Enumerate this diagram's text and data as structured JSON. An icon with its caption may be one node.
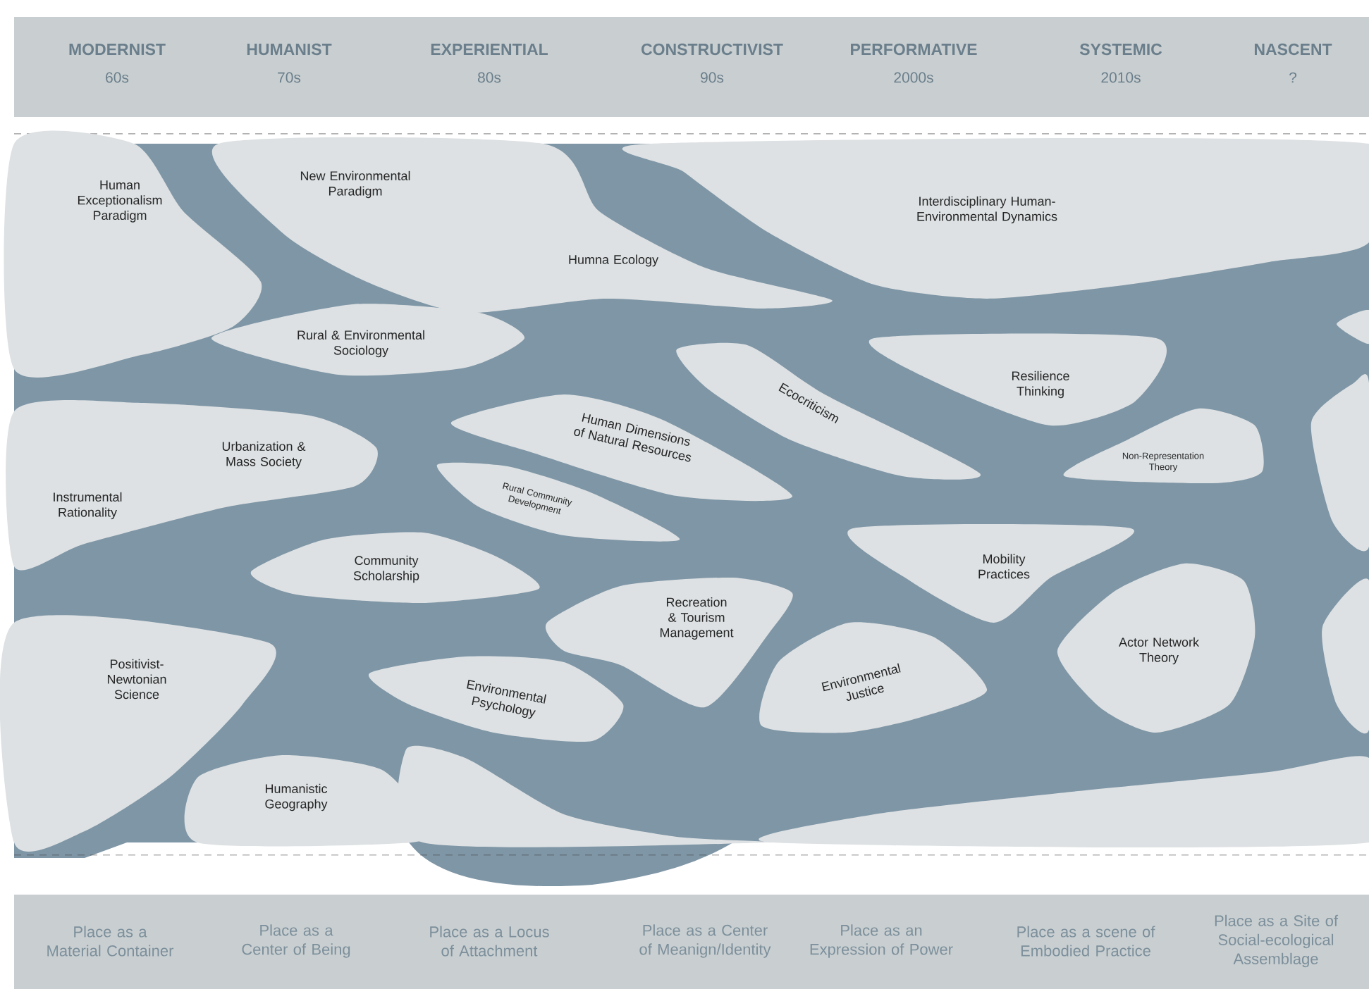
{
  "diagram": {
    "nodes": [
      {
        "text": [
          "Human Exceptionalism Paradigm"
        ]
      },
      {
        "text": [
          "New Environmental Paradigm",
          "Humna Ecology"
        ]
      },
      {
        "text": [
          "Interdisciplinary Human-Environmental Dynamics"
        ]
      },
      {
        "text": [
          "Rural & Environmental Sociology"
        ]
      },
      {
        "text": [
          "Resilience Thinking"
        ]
      },
      {
        "text": [
          "Ecocriticism"
        ]
      },
      {
        "text": [
          "Human Dimensions of Natural Resources"
        ]
      },
      {
        "text": [
          "Urbanization & Mass Society",
          "Instrumental Rationality"
        ]
      },
      {
        "text": [
          "Non-Representation Theory"
        ]
      },
      {
        "text": [
          "Rural Community Development"
        ]
      },
      {
        "text": [
          "Mobility Practices"
        ]
      },
      {
        "text": [
          "Community Scholarship"
        ]
      },
      {
        "text": [
          "Recreation & Tourism Management"
        ]
      },
      {
        "text": [
          "Actor Network Theory"
        ]
      },
      {
        "text": [
          "Positivist-Newtonian Science"
        ]
      },
      {
        "text": [
          "Environmental Justice"
        ]
      },
      {
        "text": [
          "Environmental Psychology"
        ]
      },
      {
        "text": [
          "Humanistic Geography"
        ]
      },
      {
        "text": [],
        "shape": "blob"
      },
      {
        "text": [],
        "shape": "blob"
      },
      {
        "text": [],
        "shape": "blob"
      },
      {
        "text": [],
        "shape": "blob"
      },
      {
        "text": [],
        "shape": "blob"
      }
    ],
    "labels": [
      "MODERNIST",
      "60s",
      "HUMANIST",
      "70s",
      "EXPERIENTIAL",
      "80s",
      "CONSTRUCTIVIST",
      "90s",
      "PERFORMATIVE",
      "2000s",
      "SYSTEMIC",
      "2010s",
      "NASCENT",
      "?",
      "Place as a Material Container",
      "Place as a Center of Being",
      "Place as a Locus of Attachment",
      "Place as a Center of Meanign/Identity",
      "Place as an Expression of Power",
      "Place as a scene of Embodied Practice",
      "Place as a Site of Social-ecological Assemblage"
    ]
  }
}
